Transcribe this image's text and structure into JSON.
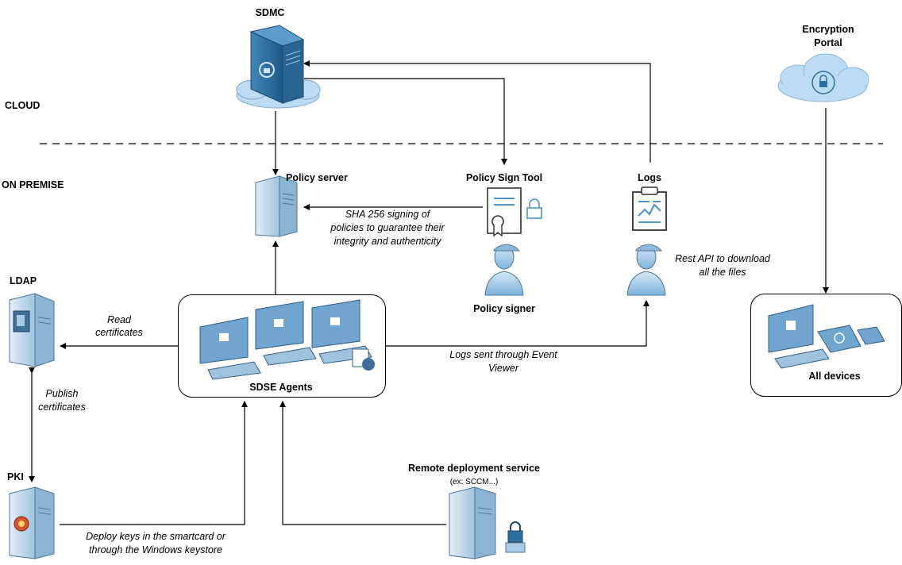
{
  "zones": {
    "cloud": "CLOUD",
    "on_premise": "ON PREMISE"
  },
  "nodes": {
    "sdmc": "SDMC",
    "encryption_portal_line1": "Encryption",
    "encryption_portal_line2": "Portal",
    "policy_server": "Policy server",
    "policy_sign_tool": "Policy Sign Tool",
    "policy_signer": "Policy signer",
    "logs": "Logs",
    "ldap": "LDAP",
    "pki": "PKI",
    "sdse_agents": "SDSE Agents",
    "all_devices": "All devices",
    "remote_deployment": "Remote deployment service",
    "remote_deployment_sub": "(ex: SCCM...)"
  },
  "edges": {
    "sha_line1": "SHA 256 signing of",
    "sha_line2": "policies to guarantee their",
    "sha_line3": "integrity and authenticity",
    "rest_line1": "Rest API to download",
    "rest_line2": "all the files",
    "read_line1": "Read",
    "read_line2": "certificates",
    "publish_line1": "Publish",
    "publish_line2": "certificates",
    "logs_sent_line1": "Logs sent through Event",
    "logs_sent_line2": "Viewer",
    "deploy_line1": "Deploy keys in the smartcard or",
    "deploy_line2": "through the Windows keystore"
  },
  "colors": {
    "server_light": "#cfe3f2",
    "server_dark": "#2f6f9f",
    "cloud": "#bcdcf5",
    "person": "#a9cdea",
    "screen": "#6fa5cf",
    "line": "#000000"
  }
}
